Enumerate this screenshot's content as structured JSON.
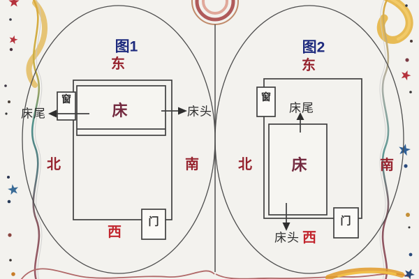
{
  "figures": {
    "fig1": {
      "title": "图1",
      "east": "东",
      "west": "西",
      "south": "南",
      "north": "北",
      "bed": "床",
      "bed_head": "床头",
      "bed_tail": "床尾",
      "window": "窗",
      "door": "门"
    },
    "fig2": {
      "title": "图2",
      "east": "东",
      "west": "西",
      "south": "南",
      "north": "北",
      "bed": "床",
      "bed_head": "床头",
      "bed_tail": "床尾",
      "window": "窗",
      "door": "门"
    }
  },
  "colors": {
    "title_navy": "#1e2b7e",
    "direction_red": "#96232e",
    "west_red": "#c2262e",
    "bed_maroon": "#73293f",
    "label_dark": "#2e2e2e",
    "diagram_line": "#424242",
    "background": "#f3f2ee"
  },
  "decor": {
    "star_red_color": "#b5323c",
    "star_blue_color": "#34689c",
    "ribbon_gold": "#dcaa3c",
    "ribbon_teal": "#4f918c",
    "ribbon_maroon": "#9a5a66",
    "ornament_pink": "#c97f78"
  }
}
